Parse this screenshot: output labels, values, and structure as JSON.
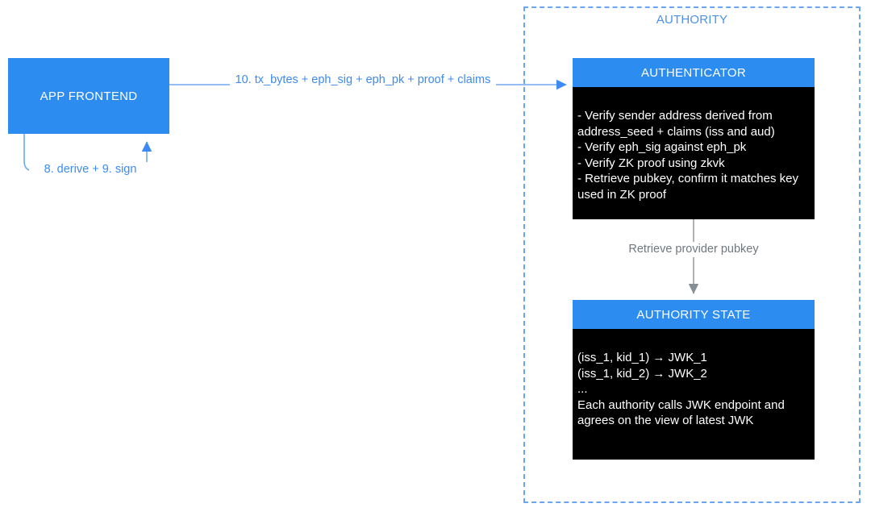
{
  "diagram": {
    "title_group": "AUTHORITY",
    "nodes": {
      "app_frontend": {
        "label": "APP FRONTEND"
      },
      "authenticator": {
        "header": "AUTHENTICATOR",
        "body": "- Verify sender address derived from address_seed + claims (iss and aud)\n- Verify eph_sig against eph_pk\n- Verify ZK proof using zkvk\n- Retrieve pubkey, confirm it matches key used in ZK proof"
      },
      "authority_state": {
        "header": "AUTHORITY STATE",
        "body": "(iss_1, kid_1) → JWK_1\n(iss_1, kid_2) → JWK_2\n...\nEach authority calls JWK endpoint and agrees on the view of latest JWK"
      }
    },
    "edges": {
      "frontend_to_authenticator": "10. tx_bytes + eph_sig + eph_pk + proof + claims",
      "frontend_self_loop": "8. derive + 9. sign",
      "authenticator_to_state": "Retrieve provider pubkey"
    },
    "colors": {
      "accent_blue": "#2d8cf0",
      "edge_blue": "#3d8bf2",
      "dashed_border": "#6aa6f8",
      "group_label": "#4a90e8",
      "body_black": "#000000",
      "gray_edge": "#6f7780"
    }
  }
}
